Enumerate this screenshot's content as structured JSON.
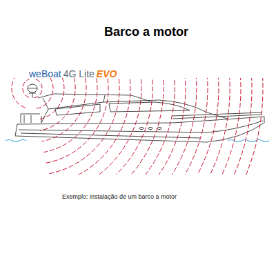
{
  "diagram": {
    "title": "Barco a motor",
    "caption": "Exemplo: instalação de um barco a motor",
    "labels": [
      "weBoat",
      "4G Lite",
      "EVO"
    ]
  }
}
